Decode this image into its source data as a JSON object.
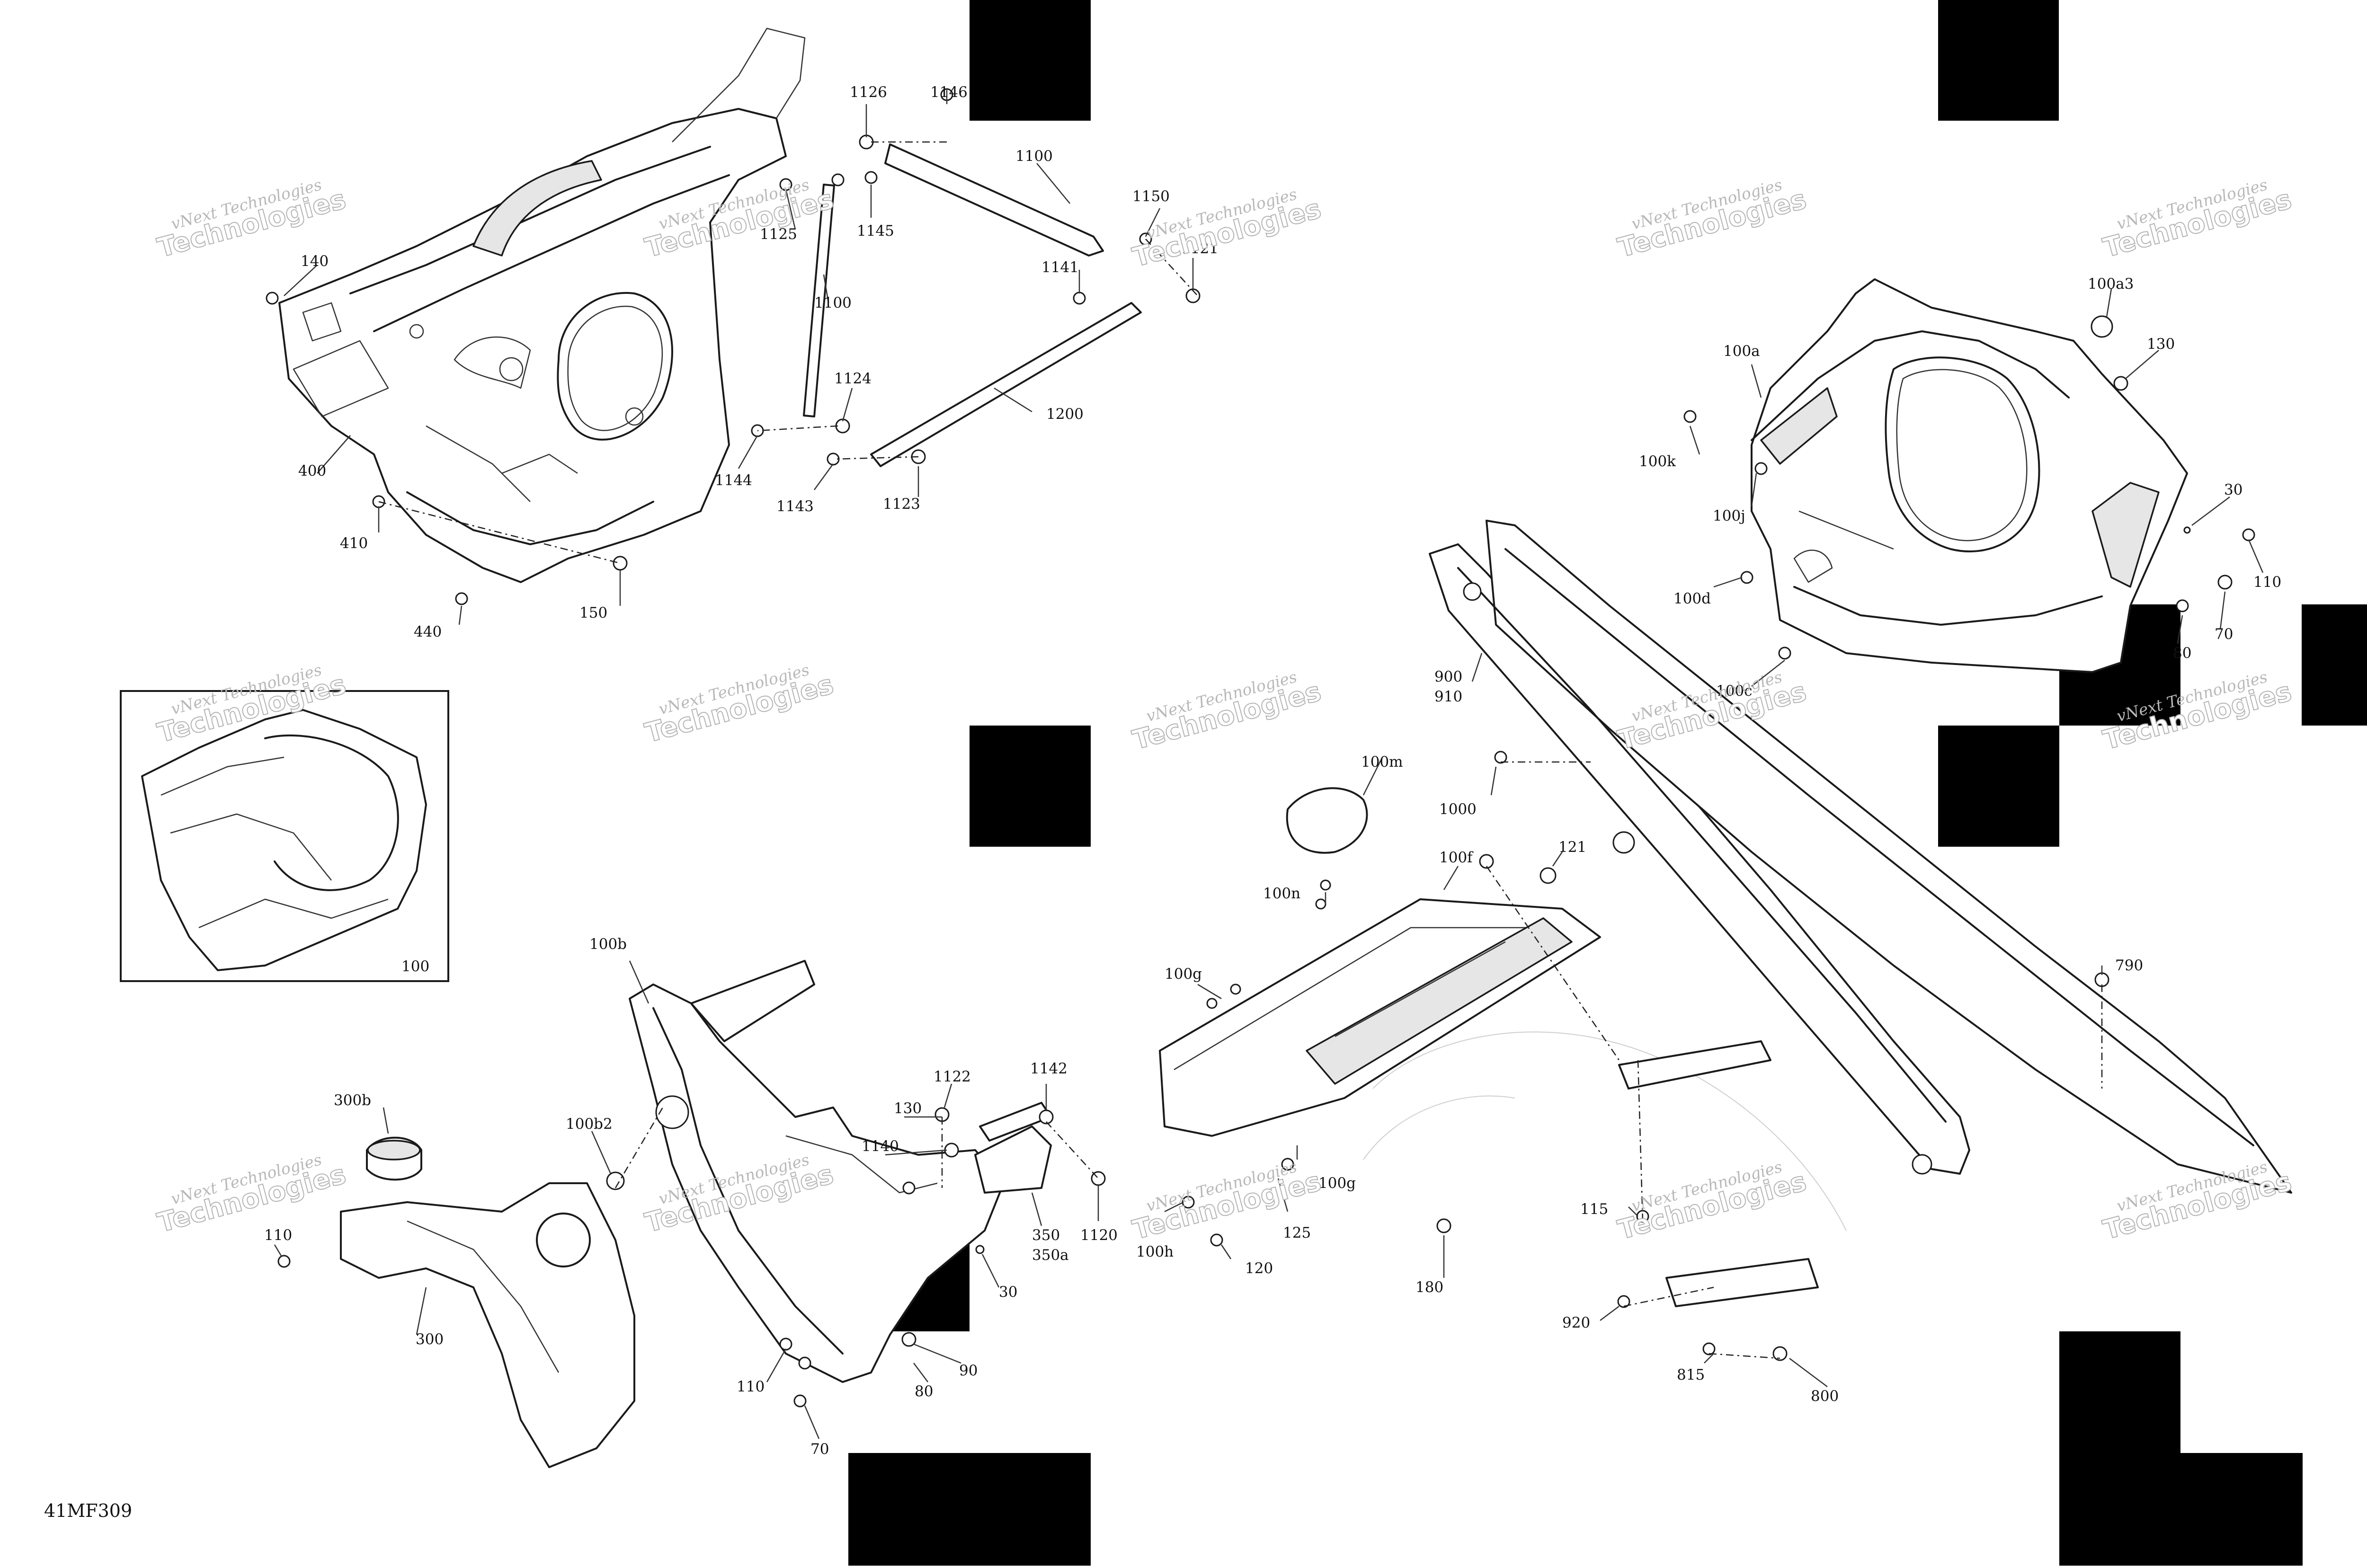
{
  "diagram": {
    "drawing_code": "41MF309",
    "watermark": {
      "line1": "vNext Technologies",
      "line2": "Technologies"
    },
    "inset_label": "100",
    "callouts": [
      "1126",
      "1146",
      "1100",
      "1150",
      "1121",
      "1145",
      "1125",
      "1100",
      "1141",
      "1124",
      "1200",
      "1144",
      "1143",
      "1123",
      "140",
      "400",
      "410",
      "150",
      "440",
      "100a3",
      "100a",
      "130",
      "100k",
      "100j",
      "30",
      "110",
      "100d",
      "70",
      "80",
      "100c",
      "900",
      "910",
      "100m",
      "1000",
      "100f",
      "121",
      "100n",
      "100g",
      "790",
      "100g",
      "125",
      "100h",
      "120",
      "180",
      "115",
      "920",
      "815",
      "800",
      "100b",
      "300b",
      "100b2",
      "110",
      "300",
      "1122",
      "1142",
      "130",
      "1140",
      "350",
      "350a",
      "1120",
      "30",
      "90",
      "80",
      "110",
      "70"
    ]
  }
}
